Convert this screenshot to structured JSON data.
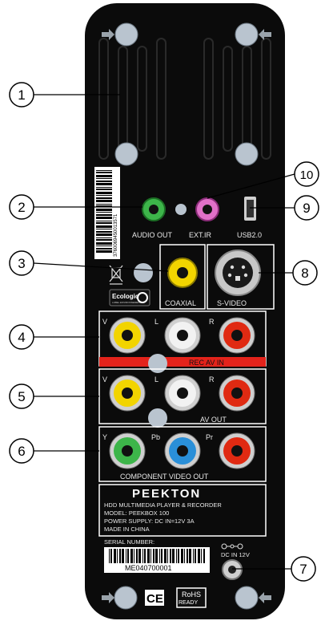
{
  "callouts": {
    "c1": "1",
    "c2": "2",
    "c3": "3",
    "c4": "4",
    "c5": "5",
    "c6": "6",
    "c7": "7",
    "c8": "8",
    "c9": "9",
    "c10": "10"
  },
  "labels": {
    "audio_out": "AUDIO OUT",
    "ext_ir": "EXT.IR",
    "usb": "USB2.0",
    "coaxial": "COAXIAL",
    "svideo": "S-VIDEO",
    "rec_av_in": "REC AV IN",
    "av_out": "AV OUT",
    "component_out": "COMPONENT VIDEO OUT",
    "v": "V",
    "l": "L",
    "r": "R",
    "y": "Y",
    "pb": "Pb",
    "pr": "Pr",
    "ecologic": "Ecologic",
    "ecologic_sub": "LABEL ENVIRONNEMENT",
    "dc_in": "DC IN 12V"
  },
  "brand_plate": {
    "brand": "PEEKTON",
    "line1": "HDD MULTIMEDIA PLAYER & RECORDER",
    "line2": "MODEL: PEEKBOX 100",
    "line3": "POWER SUPPLY:  DC IN=12V 3A",
    "line4": "MADE IN CHINA"
  },
  "serial": {
    "label": "SERIAL NUMBER:",
    "value": "ME040700001"
  },
  "barcode_side": "3760069450013571",
  "rohs": {
    "top": "RoHS",
    "bottom": "READY"
  },
  "ce": "CE",
  "colors": {
    "panel": "#0b0b0b",
    "yellow": "#f2d400",
    "red": "#e02a12",
    "green": "#3db54a",
    "blue": "#2a8fd8",
    "pink": "#e070c8",
    "white": "#f2f2f2",
    "red_band": "#e3231b"
  }
}
